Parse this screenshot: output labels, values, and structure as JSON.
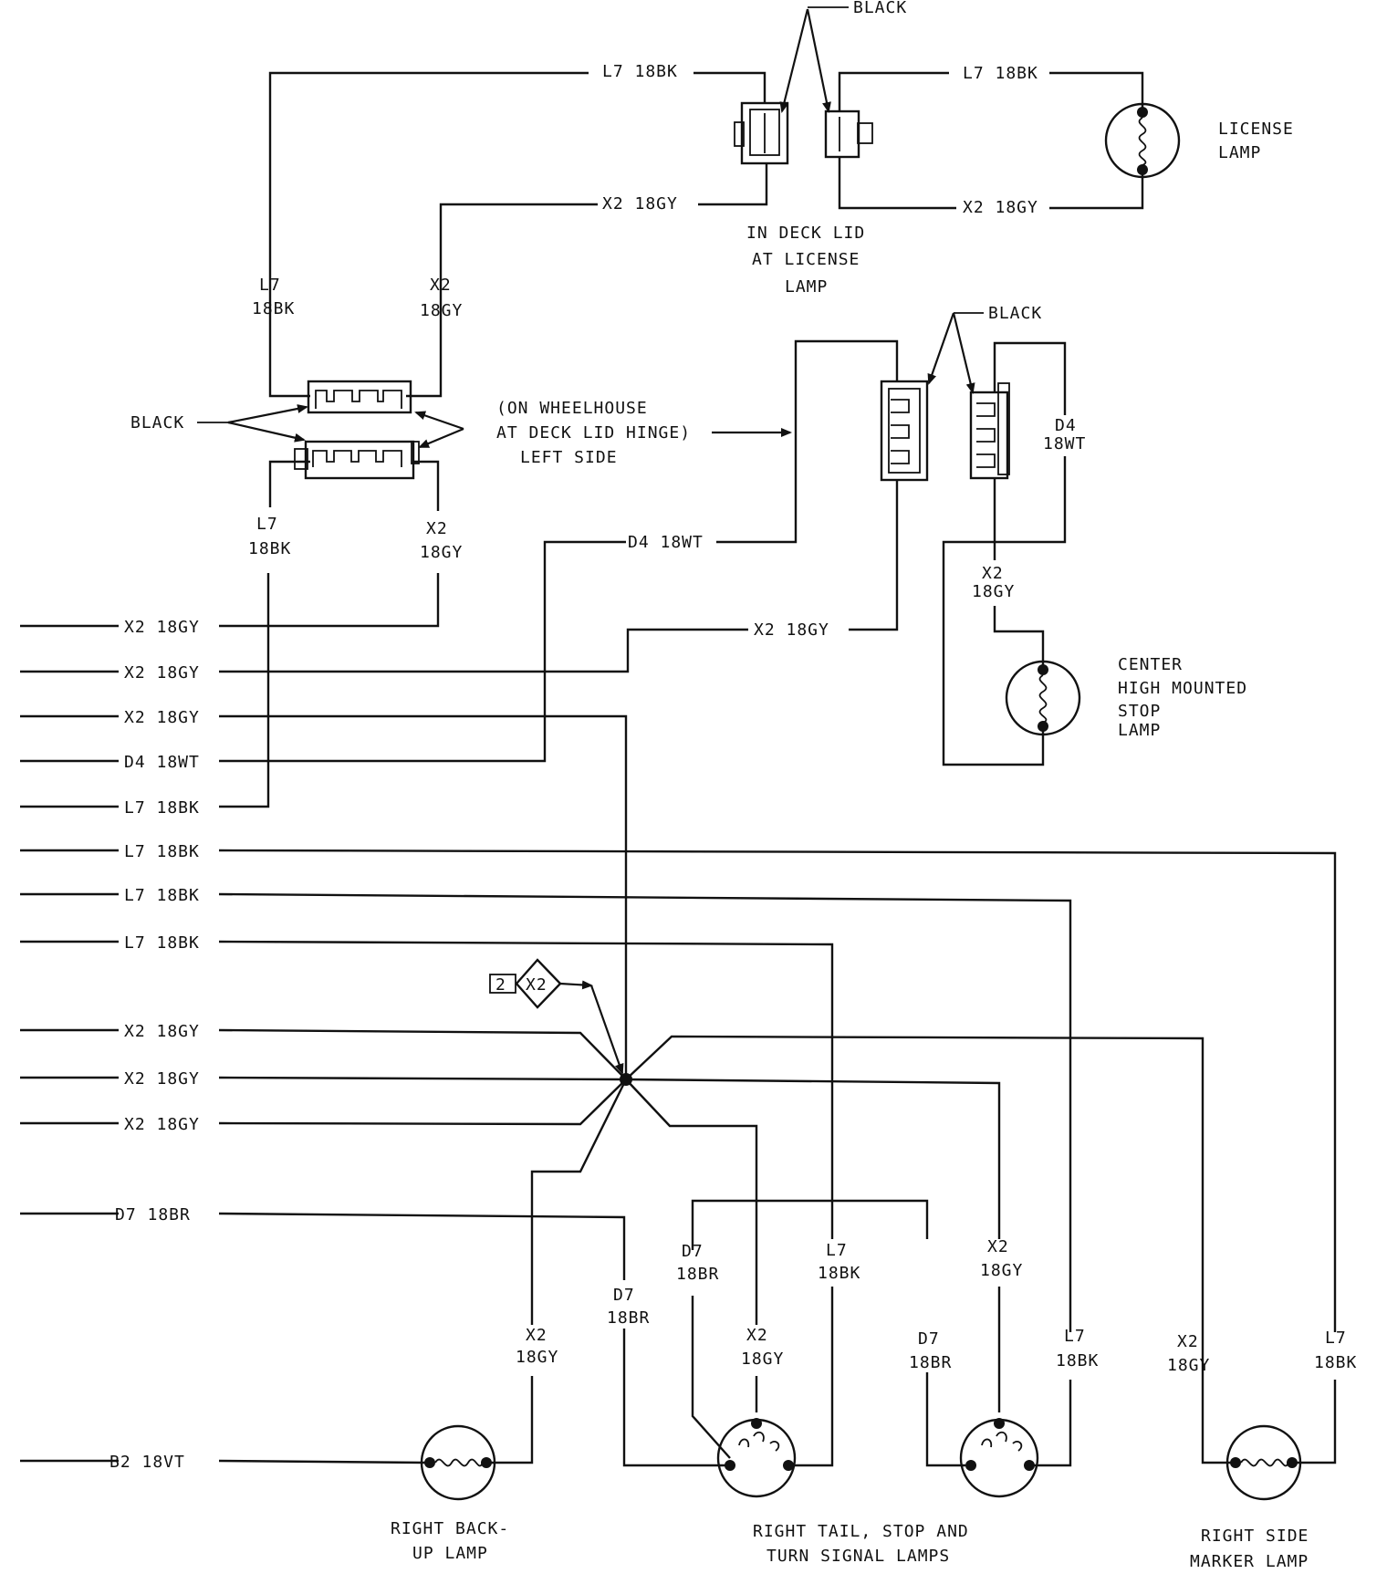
{
  "colors": {
    "ink": "#111111",
    "paper": "#ffffff"
  },
  "connectors": {
    "black_top": "BLACK",
    "black_mid": "BLACK",
    "black_left": "BLACK",
    "deck_lid_line1": "IN DECK LID",
    "deck_lid_line2": "AT LICENSE",
    "deck_lid_line3": "LAMP",
    "wheelhouse_line1": "(ON WHEELHOUSE",
    "wheelhouse_line2": "AT DECK LID HINGE)",
    "wheelhouse_line3": "LEFT SIDE"
  },
  "splice": {
    "num": "2",
    "id": "X2"
  },
  "wires": {
    "top_l7_left": "L7 18BK",
    "top_x2_left": "X2 18GY",
    "top_l7_right": "L7 18BK",
    "top_x2_right": "X2 18GY",
    "l7_upper_l1": "L7",
    "l7_upper_l2": "18BK",
    "x2_upper_l1": "X2",
    "x2_upper_l2": "18GY",
    "l7_lower_l1": "L7",
    "l7_lower_l2": "18BK",
    "x2_lower_l1": "X2",
    "x2_lower_l2": "18GY",
    "d4_right_l1": "D4",
    "d4_right_l2": "18WT",
    "x2_chmsl_l1": "X2",
    "x2_chmsl_l2": "18GY",
    "d4_mid": "D4 18WT",
    "x2_mid": "X2 18GY"
  },
  "left_rows": [
    "X2 18GY",
    "X2 18GY",
    "X2 18GY",
    "D4 18WT",
    "L7 18BK",
    "L7 18BK",
    "L7 18BK",
    "L7 18BK",
    "X2 18GY",
    "X2 18GY",
    "X2 18GY",
    "D7 18BR",
    "B2 18VT"
  ],
  "bottom_labels": [
    {
      "l1": "X2",
      "l2": "18GY"
    },
    {
      "l1": "D7",
      "l2": "18BR"
    },
    {
      "l1": "D7",
      "l2": "18BR"
    },
    {
      "l1": "X2",
      "l2": "18GY"
    },
    {
      "l1": "L7",
      "l2": "18BK"
    },
    {
      "l1": "D7",
      "l2": "18BR"
    },
    {
      "l1": "X2",
      "l2": "18GY"
    },
    {
      "l1": "L7",
      "l2": "18BK"
    },
    {
      "l1": "X2",
      "l2": "18GY"
    },
    {
      "l1": "L7",
      "l2": "18BK"
    }
  ],
  "lamps": {
    "license_l1": "LICENSE",
    "license_l2": "LAMP",
    "chmsl_l1": "CENTER",
    "chmsl_l2": "HIGH MOUNTED",
    "chmsl_l3": "STOP",
    "chmsl_l4": "LAMP",
    "backup_l1": "RIGHT BACK-",
    "backup_l2": "UP LAMP",
    "tail_l1": "RIGHT TAIL, STOP AND",
    "tail_l2": "TURN SIGNAL LAMPS",
    "marker_l1": "RIGHT SIDE",
    "marker_l2": "MARKER LAMP"
  }
}
